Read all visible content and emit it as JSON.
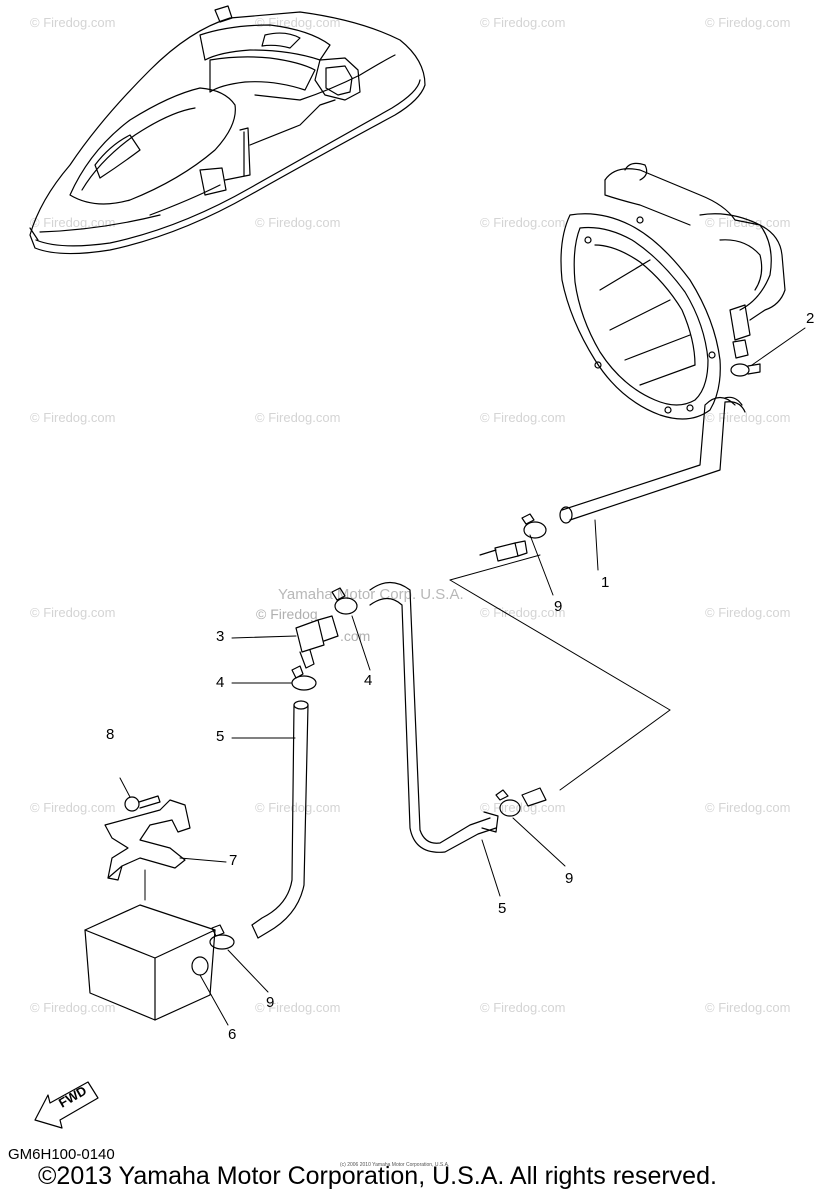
{
  "diagram": {
    "part_code": "GM6H100-0140",
    "copyright": "©2013 Yamaha Motor Corporation, U.S.A. All rights reserved.",
    "fine_print": "(c) 2006 2010 Yamaha Motor Corporation, U.S.A.",
    "center_watermark": "Yamaha Motor Corp. U.S.A.",
    "center_watermark_2": "© Firedog",
    "center_watermark_3": ".com",
    "fwd_label": "FWD",
    "watermark_text": "© Firedog.com",
    "callouts": {
      "c1": "1",
      "c2": "2",
      "c3": "3",
      "c4a": "4",
      "c4b": "4",
      "c5a": "5",
      "c5b": "5",
      "c6": "6",
      "c7": "7",
      "c8": "8",
      "c9a": "9",
      "c9b": "9",
      "c9c": "9"
    }
  }
}
